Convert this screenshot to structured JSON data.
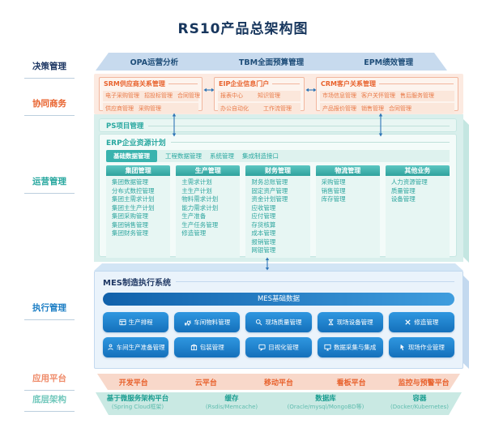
{
  "title": "RS10产品总架构图",
  "side_labels": [
    {
      "label": "决策管理",
      "color": "#1f3864"
    },
    {
      "label": "协同商务",
      "color": "#e8622d"
    },
    {
      "label": "运营管理",
      "color": "#2aa8a0"
    },
    {
      "label": "执行管理",
      "color": "#1e7fc5"
    },
    {
      "label": "应用平台",
      "color": "#ef8a68"
    },
    {
      "label": "底层架构",
      "color": "#72c8bc"
    }
  ],
  "decision_band": {
    "items": [
      "OPA运营分析",
      "TBM全面预算管理",
      "EPM绩效管理"
    ]
  },
  "collaboration": {
    "srm": {
      "title": "SRM供应商关系管理",
      "row1": [
        "电子采购管理",
        "招投标管理",
        "合同管理"
      ],
      "row2": [
        "供应商管理",
        "采购管理"
      ]
    },
    "eip": {
      "title": "EIP企业信息门户",
      "row1": [
        "报表中心",
        "知识管理"
      ],
      "row2": [
        "办公自动化",
        "工作流管理"
      ]
    },
    "crm": {
      "title": "CRM客户关系管理",
      "row1": [
        "市场信息管理",
        "客户关怀管理",
        "售后服务管理"
      ],
      "row2": [
        "产品报价管理",
        "销售管理",
        "合同管理"
      ]
    }
  },
  "operations": {
    "ps_title": "PS项目管理",
    "erp_title": "ERP企业资源计划",
    "tabs": [
      {
        "label": "基础数据管理",
        "selected": true
      },
      {
        "label": "工程数据管理",
        "selected": false
      },
      {
        "label": "系统管理",
        "selected": false
      },
      {
        "label": "集成制造接口",
        "selected": false
      }
    ],
    "columns": [
      {
        "header": "集团管理",
        "items": [
          "集团数据管理",
          "分布式数控管理",
          "集团主需求计划",
          "集团主生产计划",
          "集团采购管理",
          "集团销售管理",
          "集团财务管理"
        ]
      },
      {
        "header": "生产管理",
        "items": [
          "主需求计划",
          "主生产计划",
          "物料需求计划",
          "能力需求计划",
          "生产准备",
          "生产任务管理",
          "修造管理"
        ]
      },
      {
        "header": "财务管理",
        "items": [
          "财务总账管理",
          "固定资产管理",
          "资金计划管理",
          "应收管理",
          "应付管理",
          "存货核算",
          "成本管理",
          "报销管理",
          "网银管理"
        ]
      },
      {
        "header": "物流管理",
        "items": [
          "采购管理",
          "销售管理",
          "库存管理"
        ]
      },
      {
        "header": "其他业务",
        "items": [
          "人力资源管理",
          "质量管理",
          "设备管理"
        ]
      }
    ]
  },
  "mes": {
    "title": "MES制造执行系统",
    "base_bar": "MES基础数据",
    "buttons": [
      {
        "label": "生产排程",
        "icon": "schedule-icon"
      },
      {
        "label": "车间物料管理",
        "icon": "forklift-icon"
      },
      {
        "label": "现场质量管理",
        "icon": "magnifier-icon"
      },
      {
        "label": "现场设备管理",
        "icon": "hourglass-icon"
      },
      {
        "label": "修造管理",
        "icon": "tools-icon"
      },
      {
        "label": "车间生产准备管理",
        "icon": "person-icon"
      },
      {
        "label": "包装管理",
        "icon": "package-icon"
      },
      {
        "label": "目视化管理",
        "icon": "screen-icon"
      },
      {
        "label": "数据采集与集成",
        "icon": "monitor-icon"
      },
      {
        "label": "现场作业管理",
        "icon": "pointer-icon"
      }
    ]
  },
  "app_band": {
    "items": [
      "开发平台",
      "云平台",
      "移动平台",
      "看板平台",
      "监控与预警平台"
    ]
  },
  "infra_band": {
    "items": [
      {
        "name": "基于微服务架构平台",
        "detail": "(Spring Cloud框架)"
      },
      {
        "name": "缓存",
        "detail": "(Rsdis/Memcache)"
      },
      {
        "name": "数据库",
        "detail": "(Oracle/mysql/MongoBD等)"
      },
      {
        "name": "容器",
        "detail": "(Docker/Kubernetes)"
      }
    ]
  },
  "colors": {
    "title": "#17365d",
    "decision_band_bg": "#c7daee",
    "decision_text": "#1f4e79",
    "collab_bg": "#fceae1",
    "collab_accent": "#e8622d",
    "ops_bg": "#d9efec",
    "ops_accent": "#2aa8a0",
    "erp_header_teal": "#2fa29d",
    "mes_bg": "#eaf3fb",
    "mes_blue": "#1470bb",
    "app_band_bg": "#f8d8ca",
    "infra_band_bg": "#c9e9e3",
    "arrow": "#2e75b6"
  }
}
